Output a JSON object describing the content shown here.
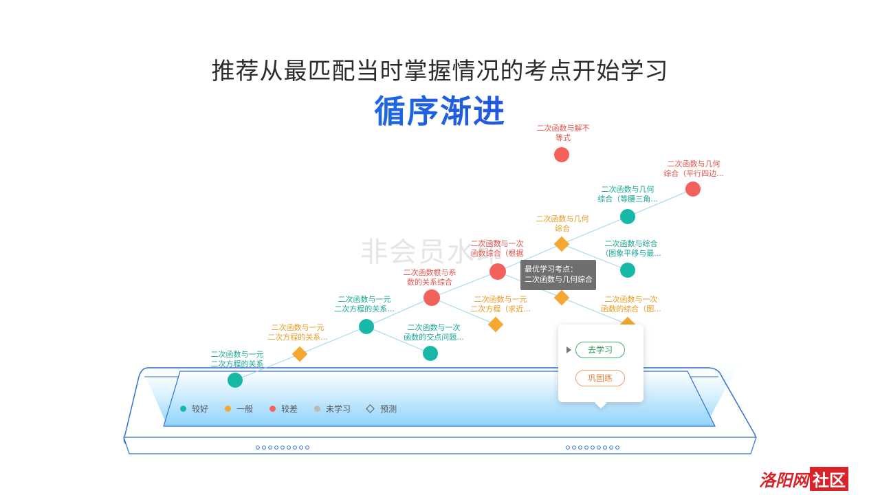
{
  "headline": "推荐从最匹配当时掌握情况的考点开始学习",
  "subheadline": "循序渐进",
  "watermark": "非会员水印",
  "colors": {
    "good": "#18b8a6",
    "average": "#f4a731",
    "poor": "#f2615b",
    "unlearned": "#b9b9b9",
    "line": "#9ad8e8"
  },
  "nodes": [
    {
      "id": "n1",
      "status": "good",
      "shape": "circle",
      "label": [
        "二次函数与一元",
        "二次方程的关系"
      ]
    },
    {
      "id": "n2",
      "status": "average",
      "shape": "diamond",
      "label": [
        "二次函数与一元",
        "二次方程的关系..."
      ]
    },
    {
      "id": "n3",
      "status": "good",
      "shape": "circle",
      "label": [
        "二次函数与一元",
        "二次方程的关系..."
      ]
    },
    {
      "id": "n4",
      "status": "good",
      "shape": "circle",
      "label": [
        "二次函数与一次",
        "函数的交点问题..."
      ]
    },
    {
      "id": "n5",
      "status": "poor",
      "shape": "circle",
      "label": [
        "二次函数根与系",
        "数的关系综合"
      ]
    },
    {
      "id": "n6",
      "status": "average",
      "shape": "diamond",
      "label": [
        "二次函数与一元",
        "二次方程（求近..."
      ]
    },
    {
      "id": "n7",
      "status": "poor",
      "shape": "circle",
      "label": [
        "二次函数与一次",
        "函数综合（根据"
      ]
    },
    {
      "id": "n8",
      "status": "average",
      "shape": "diamond",
      "label": [
        "二次函数与几何",
        "综合"
      ]
    },
    {
      "id": "n9",
      "status": "average",
      "shape": "diamond",
      "label": []
    },
    {
      "id": "n10",
      "status": "average",
      "shape": "diamond",
      "label": [
        "二次函数与一次",
        "函数的综合（图..."
      ]
    },
    {
      "id": "n11",
      "status": "good",
      "shape": "circle",
      "label": [
        "二次函数与综合",
        "（图象平移与最..."
      ]
    },
    {
      "id": "n12",
      "status": "good",
      "shape": "circle",
      "label": [
        "二次函数与几何",
        "综合（等腰三角..."
      ]
    },
    {
      "id": "n13",
      "status": "poor",
      "shape": "circle",
      "label": [
        "二次函数与解不",
        "等式"
      ]
    },
    {
      "id": "n14",
      "status": "poor",
      "shape": "circle",
      "label": [
        "二次函数与几何",
        "综合（平行四边..."
      ]
    }
  ],
  "tooltip": {
    "line1": "最优学习考点：",
    "line2": "二次函数与几何综合"
  },
  "legend": [
    {
      "key": "good",
      "label": "较好",
      "icon": "dot"
    },
    {
      "key": "average",
      "label": "一般",
      "icon": "dot"
    },
    {
      "key": "poor",
      "label": "较差",
      "icon": "dot"
    },
    {
      "key": "unlearned",
      "label": "未学习",
      "icon": "dot"
    },
    {
      "key": "predict",
      "label": "预测",
      "icon": "diamond-outline"
    }
  ],
  "popup": {
    "learn_label": "去学习",
    "practice_label": "巩固练"
  },
  "logo": {
    "text1": "洛阳网",
    "text2": "社区"
  }
}
